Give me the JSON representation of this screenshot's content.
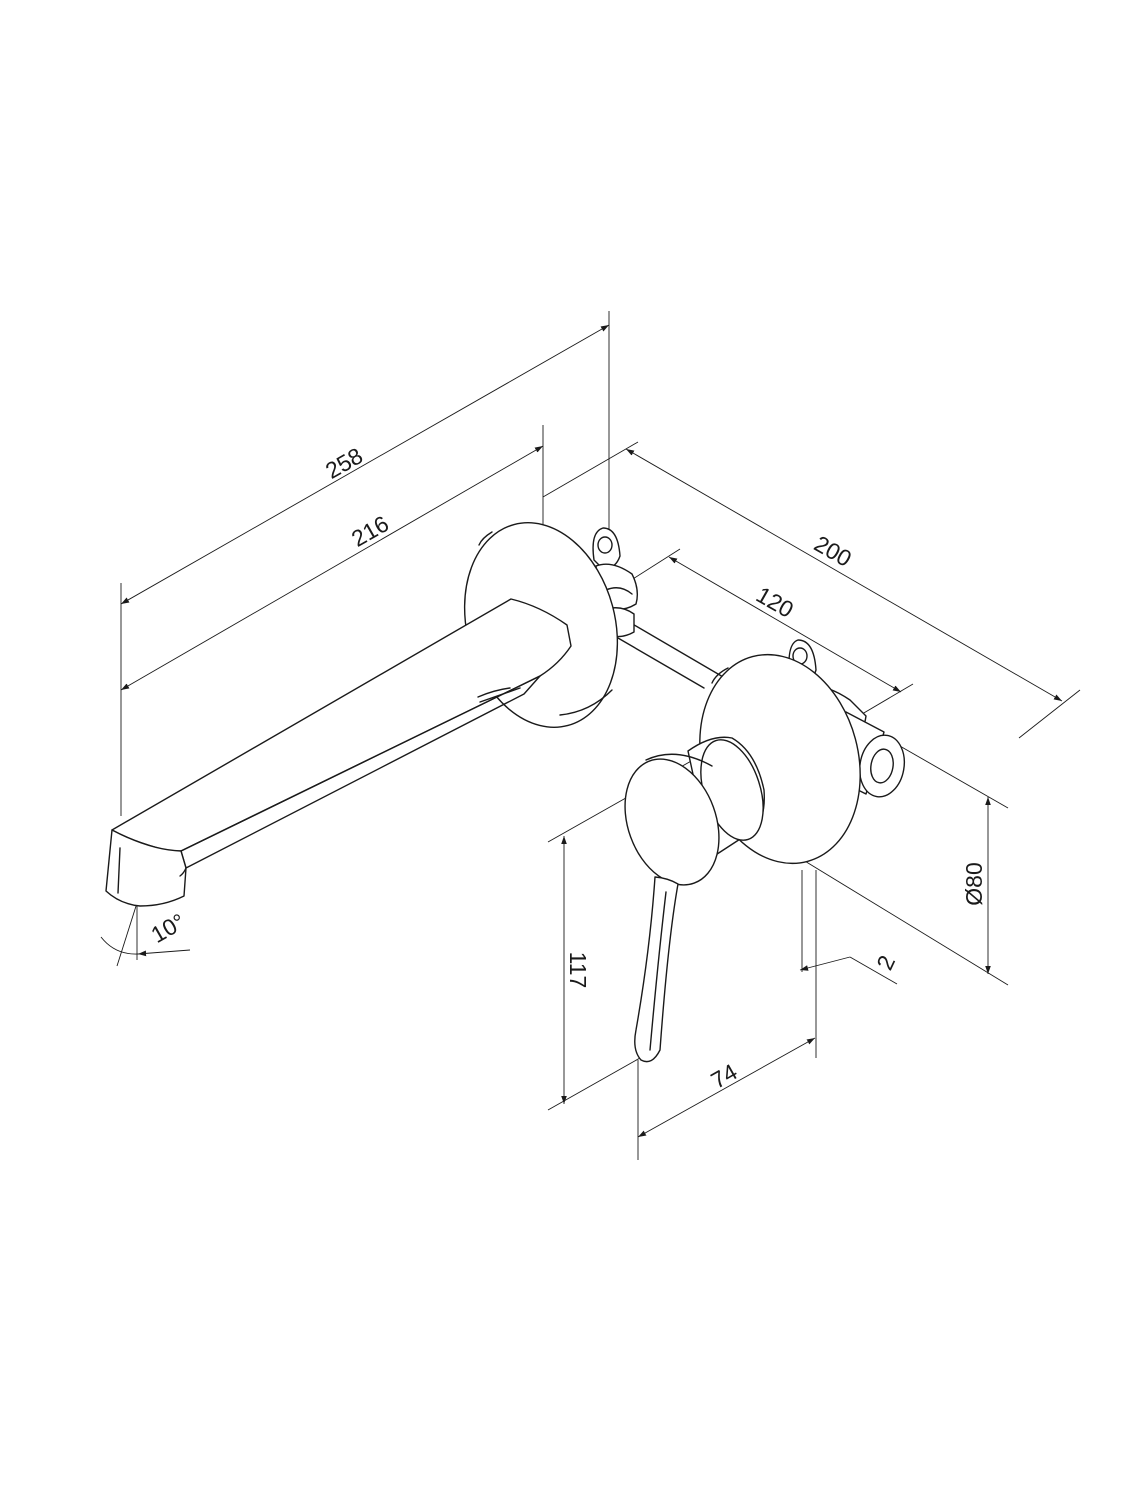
{
  "dimensions": {
    "spout_total_length": "258",
    "spout_projection": "216",
    "rough_in_depth": "200",
    "centre_distance": "120",
    "lever_height": "117",
    "lever_projection": "74",
    "plate_thickness": "2",
    "plate_diameter": "Ø80",
    "spout_angle": "10°"
  },
  "colors": {
    "line": "#1a1a1a",
    "background": "#ffffff"
  }
}
